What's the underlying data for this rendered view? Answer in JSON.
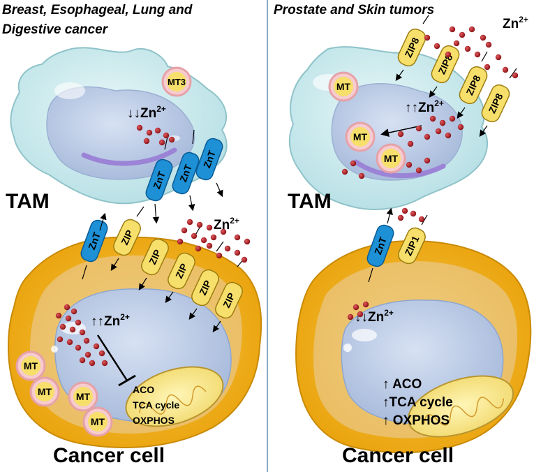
{
  "left_panel": {
    "title_line1": "Breast, Esophageal, Lung and",
    "title_line2": "Digestive cancer",
    "tam_label": "TAM",
    "cell_label": "Cancer cell",
    "mt3_label": "MT3",
    "tam_zinc": "↓↓Zn",
    "cancer_zinc": "↑↑Zn",
    "zn_label": "Zn",
    "zn_charge": "2+",
    "znt_label": "ZnT",
    "zip_label": "ZIP",
    "mt_label": "MT",
    "metabolism": [
      "ACO",
      "TCA cycle",
      "OXPHOS"
    ]
  },
  "right_panel": {
    "title": "Prostate and Skin tumors",
    "tam_label": "TAM",
    "cell_label": "Cancer cell",
    "tam_zinc": "↑↑Zn",
    "cancer_zinc": "↓↓Zn",
    "zn_label": "Zn",
    "zn_charge": "2+",
    "zip8_label": "ZIP8",
    "znt_label": "ZnT",
    "zip1_label": "ZIP1",
    "mt_label": "MT",
    "metabolism": [
      "↑ ACO",
      "↑TCA cycle",
      "↑ OXPHOS"
    ]
  },
  "colors": {
    "tam_fill": "#c9e9ec",
    "tam_outline": "#8fc3c9",
    "nucleus": "#c5d3ea",
    "cancer_outer": "#f2b51e",
    "cancer_inner": "#e9cfa8",
    "transporter_blue": "#1e90d6",
    "transporter_yellow": "#f7df6b",
    "zinc_dot": "#b01d22",
    "mt_ring": "#e6a2a8",
    "divider": "#6a8fb8"
  }
}
